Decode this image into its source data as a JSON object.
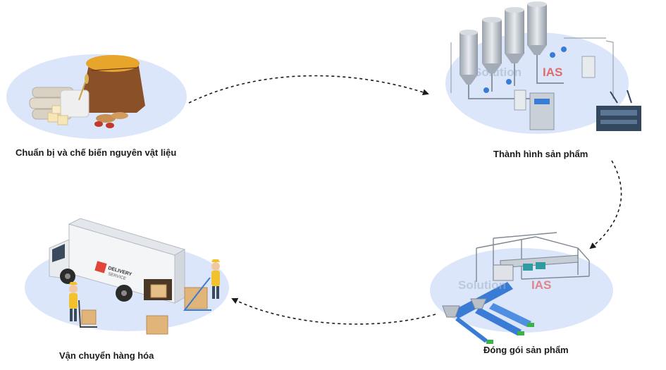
{
  "steps": [
    {
      "label": "Chuẩn bị và chế biến nguyên vật liệu"
    },
    {
      "label": "Thành hình sản phẩm"
    },
    {
      "label": "Đóng gói sản phẩm"
    },
    {
      "label": "Vận chuyển hàng hóa"
    }
  ],
  "watermarks": {
    "brand_prefix": "Solution",
    "brand_suffix": "IAS"
  },
  "truck": {
    "badge_line1": "DELIVERY",
    "badge_line2": "SERVICE"
  },
  "colors": {
    "circle_fill": "#dce6fb",
    "arrow": "#1a1a1a",
    "steel": "#b9c0c8",
    "conveyor_blue": "#3a7bd5",
    "sack_brown": "#8a5028",
    "worker_yellow": "#f2c12e",
    "watermark_red": "#e2443a"
  }
}
